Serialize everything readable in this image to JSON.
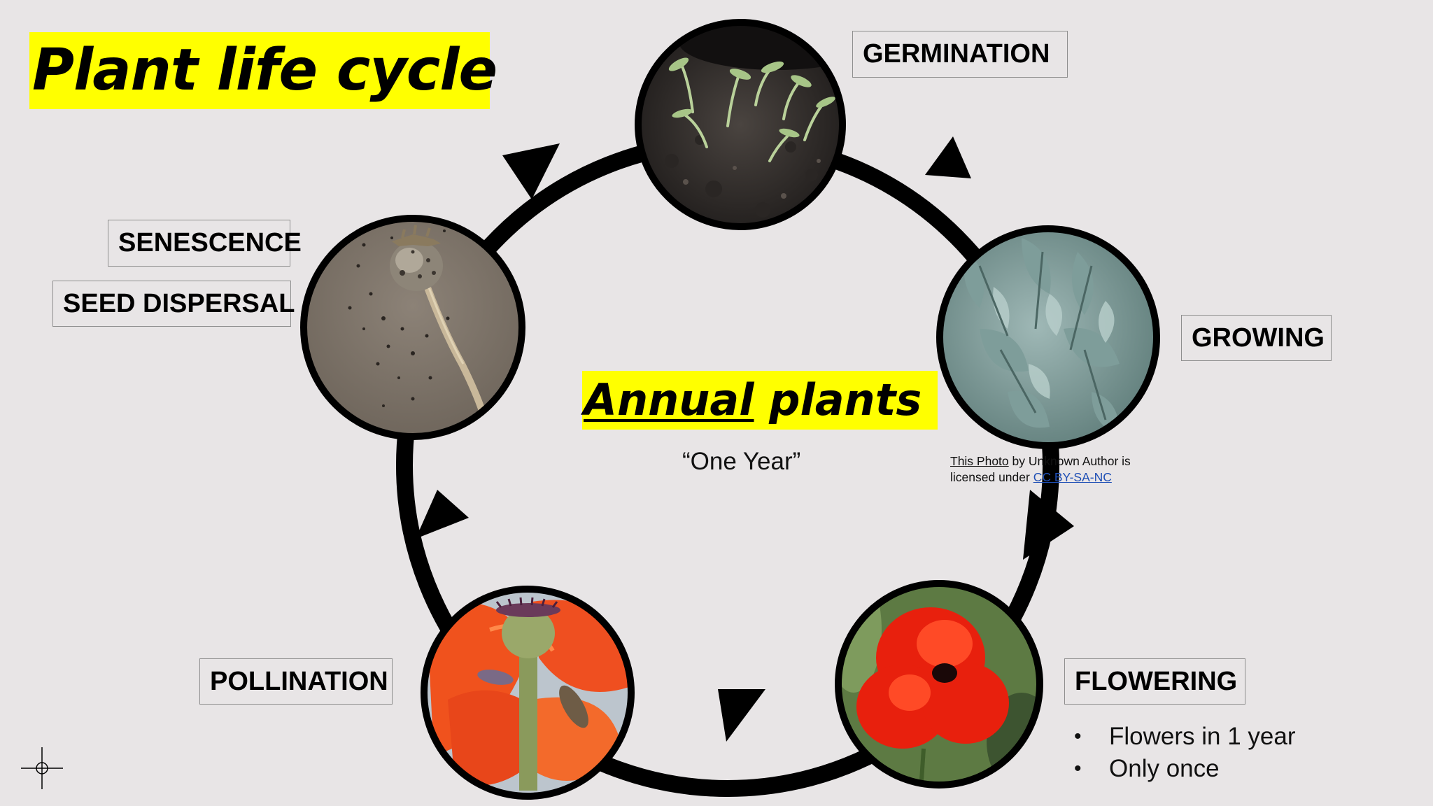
{
  "slide_title": "Plant life cycle",
  "center": {
    "title_part1": "Annual",
    "title_part2": " plants",
    "subtitle": "“One Year”"
  },
  "stages": {
    "germination": "GERMINATION",
    "growing": "GROWING",
    "flowering": "FLOWERING",
    "pollination": "POLLINATION",
    "senescence": "SENESCENCE",
    "seed_dispersal": "SEED DISPERSAL"
  },
  "flowering_notes": [
    "Flowers in 1 year",
    "Only once"
  ],
  "photo_credit": {
    "link_text": "This Photo",
    "middle_text": " by Unknown Author is licensed under ",
    "license_text": "CC BY-SA-NC"
  },
  "photos": {
    "germination": "seedlings-photo",
    "growing": "leaves-photo",
    "flowering": "red-poppy-photo",
    "pollination": "bee-on-poppy-photo",
    "senescence": "seed-pod-photo"
  },
  "colors": {
    "background": "#e8e5e6",
    "highlight": "#ffff00",
    "ring": "#000000"
  }
}
